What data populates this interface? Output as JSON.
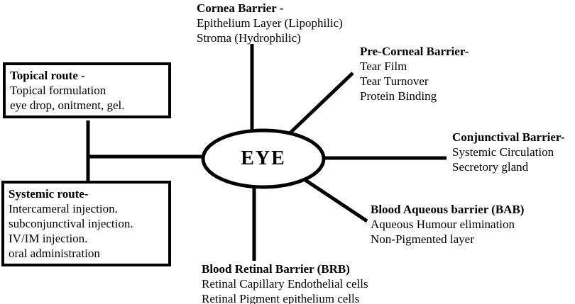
{
  "colors": {
    "ink": "#000000",
    "background": "#ffffff"
  },
  "center": {
    "label": "EYE"
  },
  "nodes": {
    "cornea": {
      "title": "Cornea Barrier -",
      "lines": [
        "Epithelium Layer (Lipophilic)",
        "Stroma (Hydrophilic)"
      ]
    },
    "precorneal": {
      "title": "Pre-Corneal Barrier-",
      "lines": [
        "Tear Film",
        "Tear Turnover",
        "Protein Binding"
      ]
    },
    "conjunctival": {
      "title": "Conjunctival Barrier-",
      "lines": [
        "Systemic Circulation",
        "Secretory gland"
      ]
    },
    "bab": {
      "title": "Blood Aqueous barrier (BAB)",
      "lines": [
        "Aqueous Humour elimination",
        "Non-Pigmented layer"
      ]
    },
    "brb": {
      "title": "Blood Retinal Barrier (BRB)",
      "lines": [
        "Retinal Capillary Endothelial cells",
        "Retinal Pigment epithelium cells"
      ]
    },
    "topical": {
      "title": "Topical route -",
      "lines": [
        "Topical formulation",
        "eye drop, onitment, gel."
      ]
    },
    "systemic": {
      "title": "Systemic route-",
      "lines": [
        "Intercameral injection.",
        "subconjunctival injection.",
        "IV/IM injection.",
        "oral administration"
      ]
    }
  }
}
